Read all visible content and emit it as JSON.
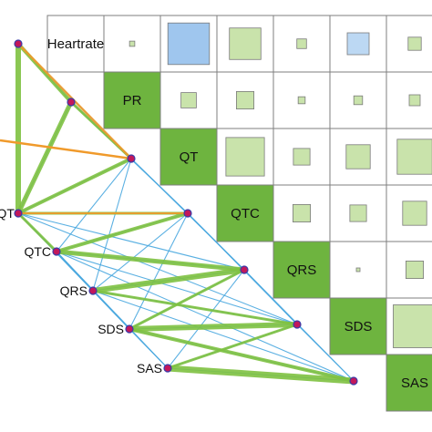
{
  "variables": [
    "Heartrate",
    "PR",
    "QT",
    "QTC",
    "QRS",
    "SDS",
    "SAS"
  ],
  "colors": {
    "diagonal": "#6eb43f",
    "grid": "#7f7f7f",
    "positive": "#c9e3ab",
    "positive_stroke": "#7a7a7a",
    "negative": "#bcd8f3",
    "negative_strong": "#9fc6ee",
    "edge_green": "#7fc241",
    "edge_blue": "#4aa8df",
    "edge_orange": "#f09a2b",
    "node_fill": "#c2185b",
    "node_stroke": "#3a3aa8"
  },
  "matrix": {
    "cells": [
      {
        "row": 0,
        "col": 1,
        "strength": 0.12,
        "sign": "pos"
      },
      {
        "row": 0,
        "col": 2,
        "strength": 0.95,
        "sign": "neg"
      },
      {
        "row": 0,
        "col": 3,
        "strength": 0.72,
        "sign": "pos"
      },
      {
        "row": 0,
        "col": 4,
        "strength": 0.22,
        "sign": "pos"
      },
      {
        "row": 0,
        "col": 5,
        "strength": 0.5,
        "sign": "neg"
      },
      {
        "row": 0,
        "col": 6,
        "strength": 0.3,
        "sign": "pos"
      },
      {
        "row": 1,
        "col": 2,
        "strength": 0.35,
        "sign": "pos"
      },
      {
        "row": 1,
        "col": 3,
        "strength": 0.4,
        "sign": "pos"
      },
      {
        "row": 1,
        "col": 4,
        "strength": 0.16,
        "sign": "pos"
      },
      {
        "row": 1,
        "col": 5,
        "strength": 0.2,
        "sign": "pos"
      },
      {
        "row": 1,
        "col": 6,
        "strength": 0.25,
        "sign": "pos"
      },
      {
        "row": 2,
        "col": 3,
        "strength": 0.88,
        "sign": "pos"
      },
      {
        "row": 2,
        "col": 4,
        "strength": 0.38,
        "sign": "pos"
      },
      {
        "row": 2,
        "col": 5,
        "strength": 0.55,
        "sign": "pos"
      },
      {
        "row": 2,
        "col": 6,
        "strength": 0.8,
        "sign": "pos"
      },
      {
        "row": 3,
        "col": 4,
        "strength": 0.4,
        "sign": "pos"
      },
      {
        "row": 3,
        "col": 5,
        "strength": 0.38,
        "sign": "pos"
      },
      {
        "row": 3,
        "col": 6,
        "strength": 0.55,
        "sign": "pos"
      },
      {
        "row": 4,
        "col": 5,
        "strength": 0.08,
        "sign": "pos"
      },
      {
        "row": 4,
        "col": 6,
        "strength": 0.4,
        "sign": "pos"
      },
      {
        "row": 5,
        "col": 6,
        "strength": 0.98,
        "sign": "pos"
      }
    ]
  },
  "network": {
    "strong_edges": [
      {
        "a": 0,
        "b": 1
      },
      {
        "a": 1,
        "b": 2
      },
      {
        "a": 2,
        "b": 3
      },
      {
        "a": 3,
        "b": 4
      },
      {
        "a": 4,
        "b": 5
      },
      {
        "a": 5,
        "b": 6
      },
      {
        "a": 0,
        "b": 2
      },
      {
        "a": 1,
        "b": 3
      },
      {
        "a": 5,
        "b": 6
      }
    ],
    "orange_edges": [
      {
        "a": 0,
        "b": 2
      },
      {
        "a": 2,
        "b": 3
      }
    ]
  }
}
